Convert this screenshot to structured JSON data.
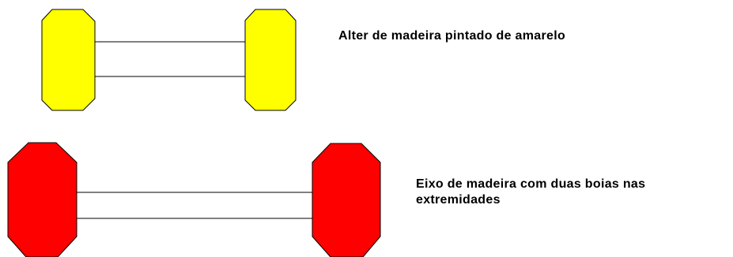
{
  "items": [
    {
      "id": "dumbbell-yellow",
      "color": "#ffff00",
      "caption": [
        "Alter de madeira pintado de amarelo"
      ]
    },
    {
      "id": "axle-red",
      "color": "#ff0000",
      "caption": [
        "Eixo de madeira com duas boias nas",
        "extremidades"
      ]
    }
  ],
  "outline_color": "#000000",
  "bar_color": "#ffffff"
}
